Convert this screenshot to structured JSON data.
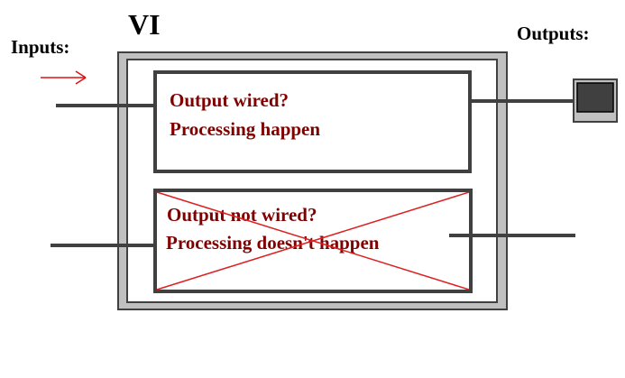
{
  "labels": {
    "vi": "VI",
    "inputs": "Inputs:",
    "outputs": "Outputs:"
  },
  "top_box": {
    "line1": "Output wired?",
    "line2": "Processing happen"
  },
  "bottom_box": {
    "line1": "Output not wired?",
    "line2": "Processing doesn't happen"
  },
  "colors": {
    "text_dark": "#000000",
    "text_box": "#800000",
    "arrow": "#e01010",
    "cross": "#dd2020",
    "wire": "#404040",
    "vi_frame_fill": "#c0c0c0",
    "indicator_fill": "#404040"
  }
}
